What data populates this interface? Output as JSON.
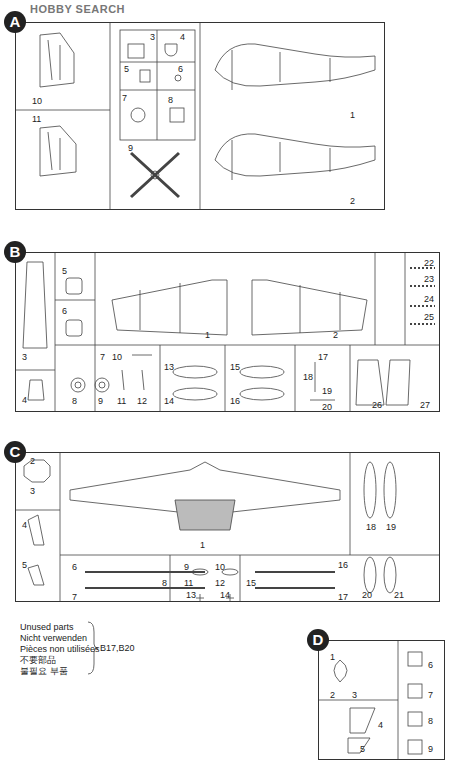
{
  "diagram": {
    "nodes": [
      {
        "text": [
          "A"
        ]
      },
      {
        "text": [
          "B"
        ]
      },
      {
        "text": [
          "C"
        ]
      },
      {
        "text": [
          "D"
        ]
      }
    ],
    "labels": [
      "HOBBY SEARCH",
      "3",
      "4",
      "5",
      "6",
      "7",
      "8",
      "9",
      "10",
      "11",
      "1",
      "2",
      "3",
      "4",
      "5",
      "6",
      "7",
      "8",
      "9",
      "10",
      "11",
      "12",
      "13",
      "14",
      "15",
      "16",
      "17",
      "18",
      "19",
      "20",
      "1",
      "2",
      "22",
      "23",
      "24",
      "25",
      "26",
      "27",
      "2",
      "3",
      "4",
      "5",
      "1",
      "6",
      "7",
      "8",
      "9",
      "10",
      "11",
      "12",
      "13",
      "14",
      "15",
      "16",
      "17",
      "18",
      "19",
      "20",
      "21",
      "Unused parts",
      "Nicht verwenden",
      "Pièces non utilisées",
      "不要部品",
      "불필요 부품",
      "B17,B20",
      "1",
      "2",
      "3",
      "4",
      "5",
      "6",
      "7",
      "8",
      "9"
    ]
  }
}
